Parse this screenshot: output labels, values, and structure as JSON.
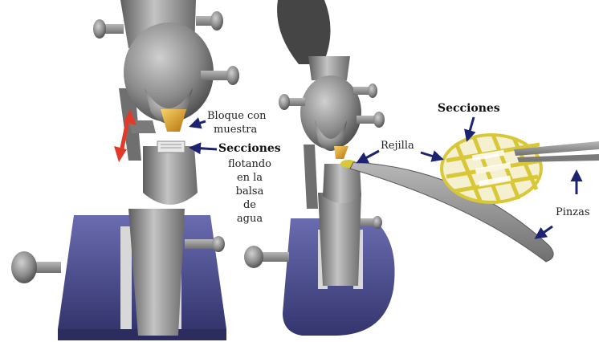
{
  "labels": {
    "bloque_line1": "Bloque con",
    "bloque_line2": "muestra",
    "secciones_left": "Secciones",
    "flotando_lines": [
      "flotando",
      "en la",
      "balsa",
      "de",
      "agua"
    ],
    "rejilla": "Rejilla",
    "secciones_right": "Secciones",
    "pinzas": "Pinzas"
  },
  "colors": {
    "arrow_navy": "#1c2370",
    "arrow_red": "#e23a2a",
    "metal": "#8e8e8e",
    "base_purple": "#4d4f93",
    "sample_gold": "#e0a020",
    "grid_yellow": "#d8c838"
  }
}
